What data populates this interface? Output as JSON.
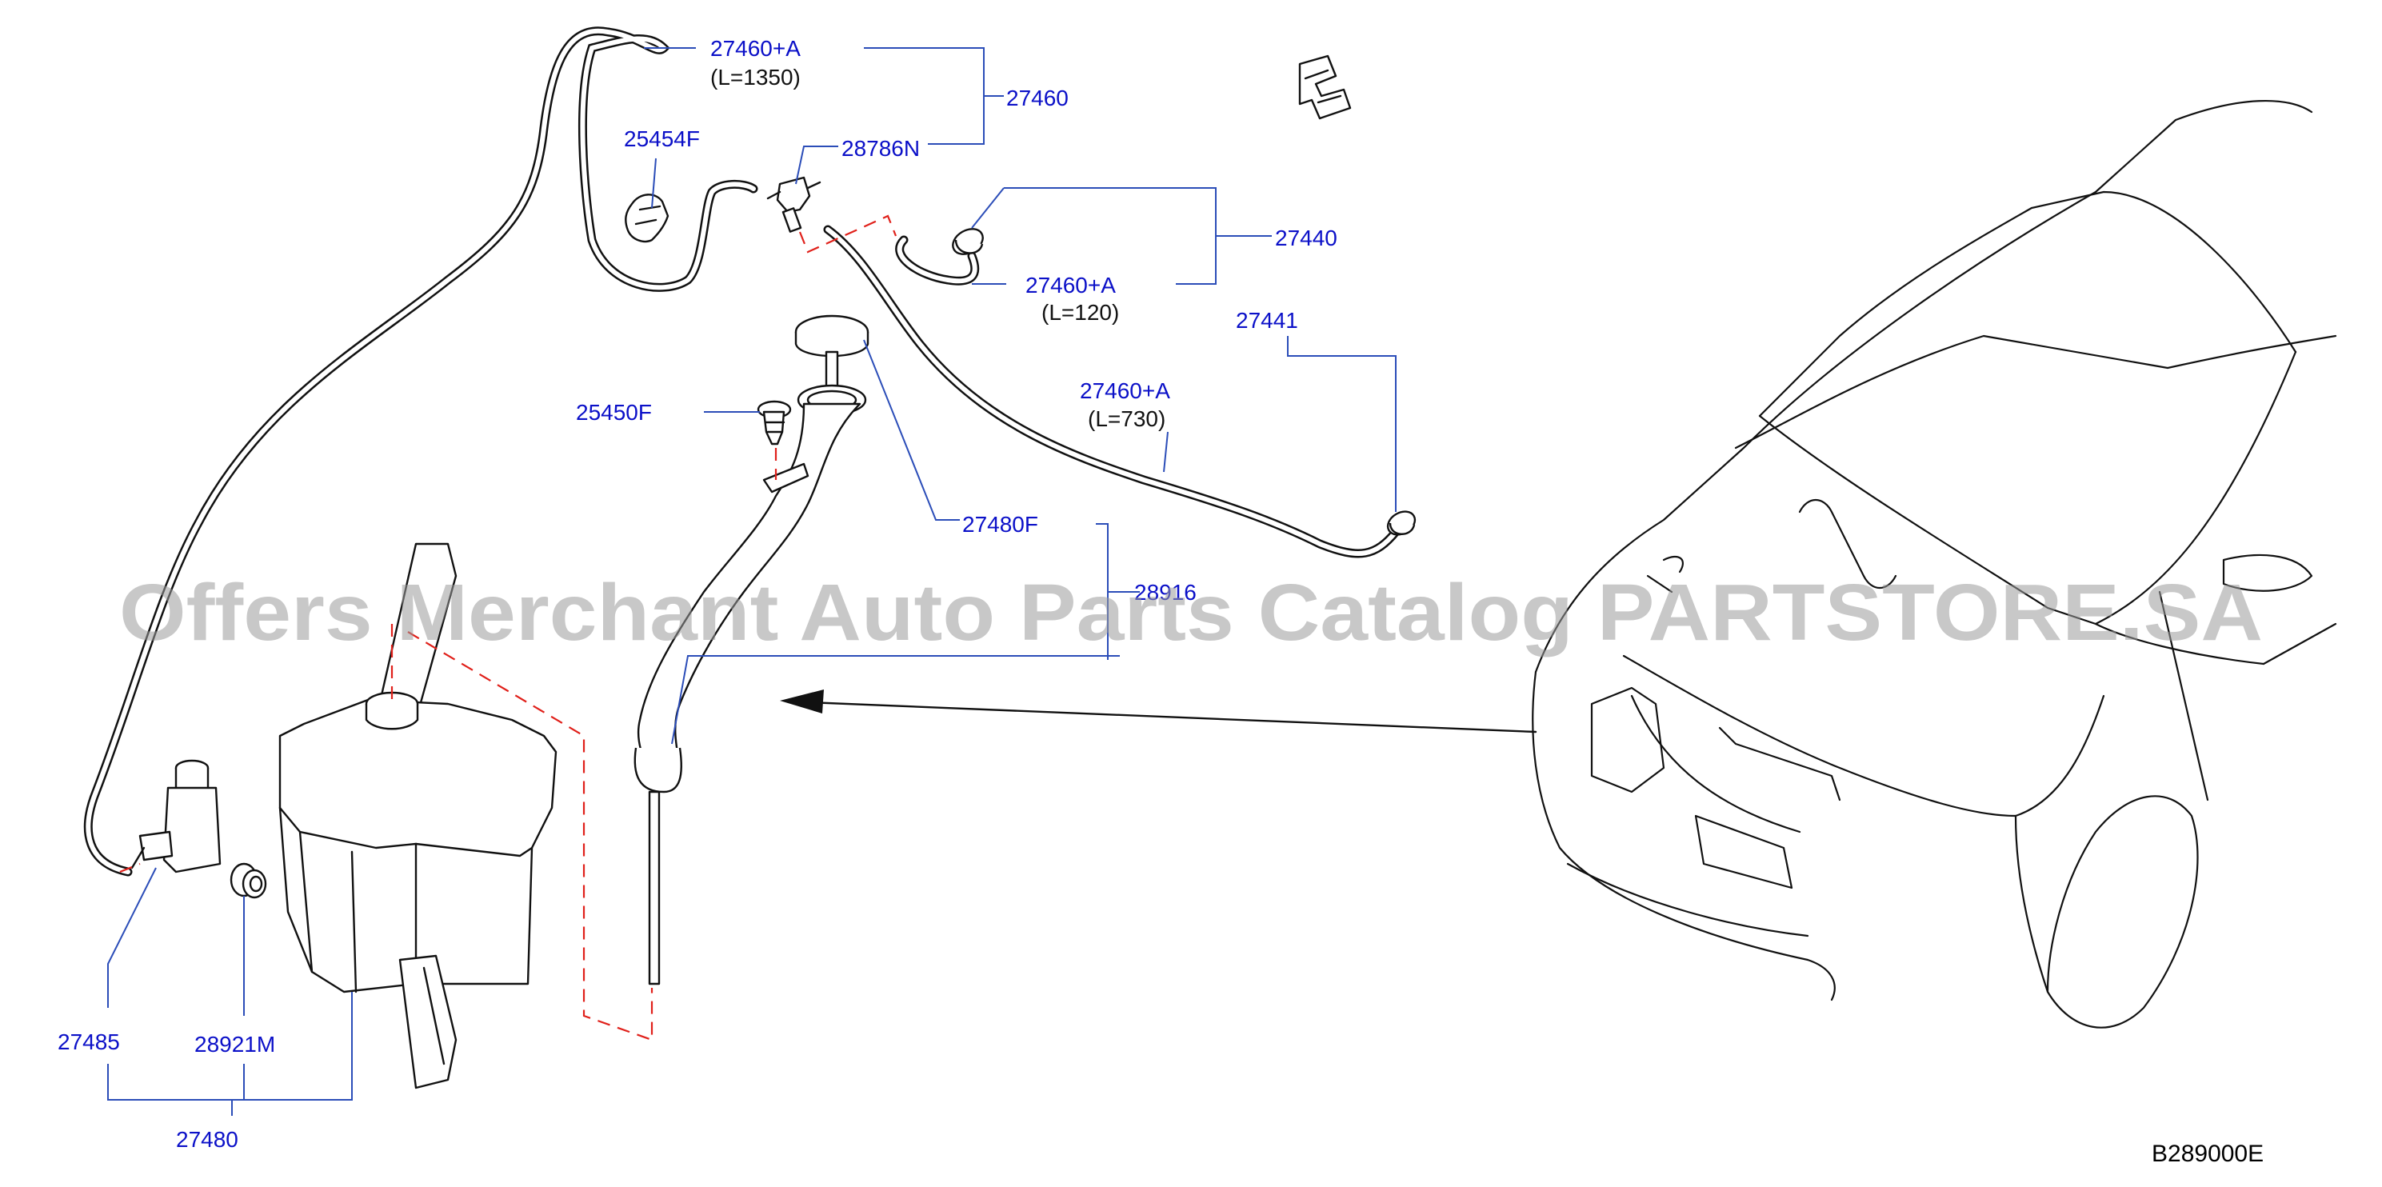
{
  "parts": {
    "p27460A_1350": "27460+A",
    "p27460A_1350_len": "(L=1350)",
    "p27460": "27460",
    "p25454F": "25454F",
    "p28786N": "28786N",
    "p27440": "27440",
    "p27460A_120": "27460+A",
    "p27460A_120_len": "(L=120)",
    "p27441": "27441",
    "p27460A_730": "27460+A",
    "p27460A_730_len": "(L=730)",
    "p25450F": "25450F",
    "p27480F": "27480F",
    "p28916": "28916",
    "p27485": "27485",
    "p28921M": "28921M",
    "p27480": "27480"
  },
  "watermark": "Offers Merchant Auto Parts Catalog PARTSTORE.SA",
  "diagram_code": "B289000E",
  "colors": {
    "part_label": "#0b10c8",
    "leader_line": "#2b4db8",
    "hidden_line": "#e0201a",
    "watermark": "#9a9a9a"
  }
}
